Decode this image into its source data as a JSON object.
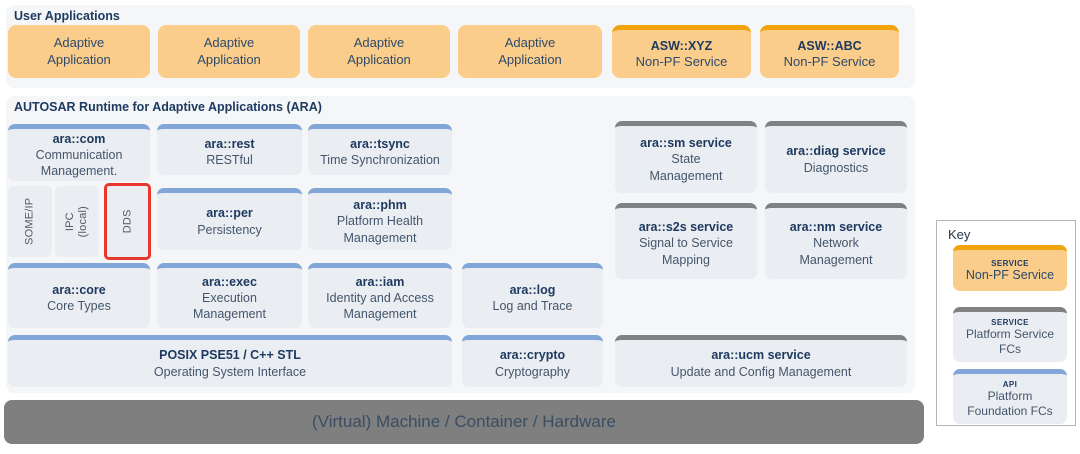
{
  "colors": {
    "orange_fill": "#FACD8B",
    "orange_top_bar": "#F0A30B",
    "blue_top_bar": "#83A6D8",
    "gray_top_bar": "#7F8183",
    "block_fill": "#EAEDF1",
    "panel_bg": "#F5F6F7",
    "infrastructure_bar": "#7F7F7F",
    "title_navy": "#1E3A60",
    "subtitle_slate": "#44566D",
    "highlight_red": "#E8382D"
  },
  "user_apps": {
    "header": "User Applications",
    "apps": [
      {
        "label": "Adaptive\nApplication"
      },
      {
        "label": "Adaptive\nApplication"
      },
      {
        "label": "Adaptive\nApplication"
      },
      {
        "label": "Adaptive\nApplication"
      }
    ],
    "services": [
      {
        "title": "ASW::XYZ",
        "subtitle": "Non-PF Service"
      },
      {
        "title": "ASW::ABC",
        "subtitle": "Non-PF Service"
      }
    ]
  },
  "ara": {
    "header": "AUTOSAR Runtime for Adaptive Applications (ARA)",
    "com": {
      "title": "ara::com",
      "subtitle": "Communication\nManagement."
    },
    "rest": {
      "title": "ara::rest",
      "subtitle": "RESTful"
    },
    "tsync": {
      "title": "ara::tsync",
      "subtitle": "Time Synchronization"
    },
    "per": {
      "title": "ara::per",
      "subtitle": "Persistency"
    },
    "phm": {
      "title": "ara::phm",
      "subtitle": "Platform Health\nManagement"
    },
    "core": {
      "title": "ara::core",
      "subtitle": "Core Types"
    },
    "exec": {
      "title": "ara::exec",
      "subtitle": "Execution\nManagement"
    },
    "iam": {
      "title": "ara::iam",
      "subtitle": "Identity and Access\nManagement"
    },
    "log": {
      "title": "ara::log",
      "subtitle": "Log and Trace"
    },
    "posix": {
      "title": "POSIX PSE51 / C++ STL",
      "subtitle": "Operating System Interface"
    },
    "crypto": {
      "title": "ara::crypto",
      "subtitle": "Cryptography"
    },
    "ucm": {
      "title": "ara::ucm service",
      "subtitle": "Update and Config Management"
    },
    "sm": {
      "title": "ara::sm service",
      "subtitle": "State\nManagement"
    },
    "diag": {
      "title": "ara::diag service",
      "subtitle": "Diagnostics"
    },
    "s2s": {
      "title": "ara::s2s service",
      "subtitle": "Signal to Service\nMapping"
    },
    "nm": {
      "title": "ara::nm service",
      "subtitle": "Network\nManagement"
    },
    "transports": [
      {
        "label": "SOME/IP",
        "highlighted": false
      },
      {
        "label": "IPC\n(local)",
        "highlighted": false
      },
      {
        "label": "DDS",
        "highlighted": true
      }
    ]
  },
  "infrastructure": {
    "label": "(Virtual) Machine / Container / Hardware"
  },
  "key": {
    "title": "Key",
    "items": [
      {
        "tag": "SERVICE",
        "label": "Non-PF Service",
        "style": "non-pf-service"
      },
      {
        "tag": "SERVICE",
        "label": "Platform Service\nFCs",
        "style": "platform-service-fcs"
      },
      {
        "tag": "API",
        "label": "Platform\nFoundation FCs",
        "style": "platform-foundation-fcs"
      }
    ]
  }
}
